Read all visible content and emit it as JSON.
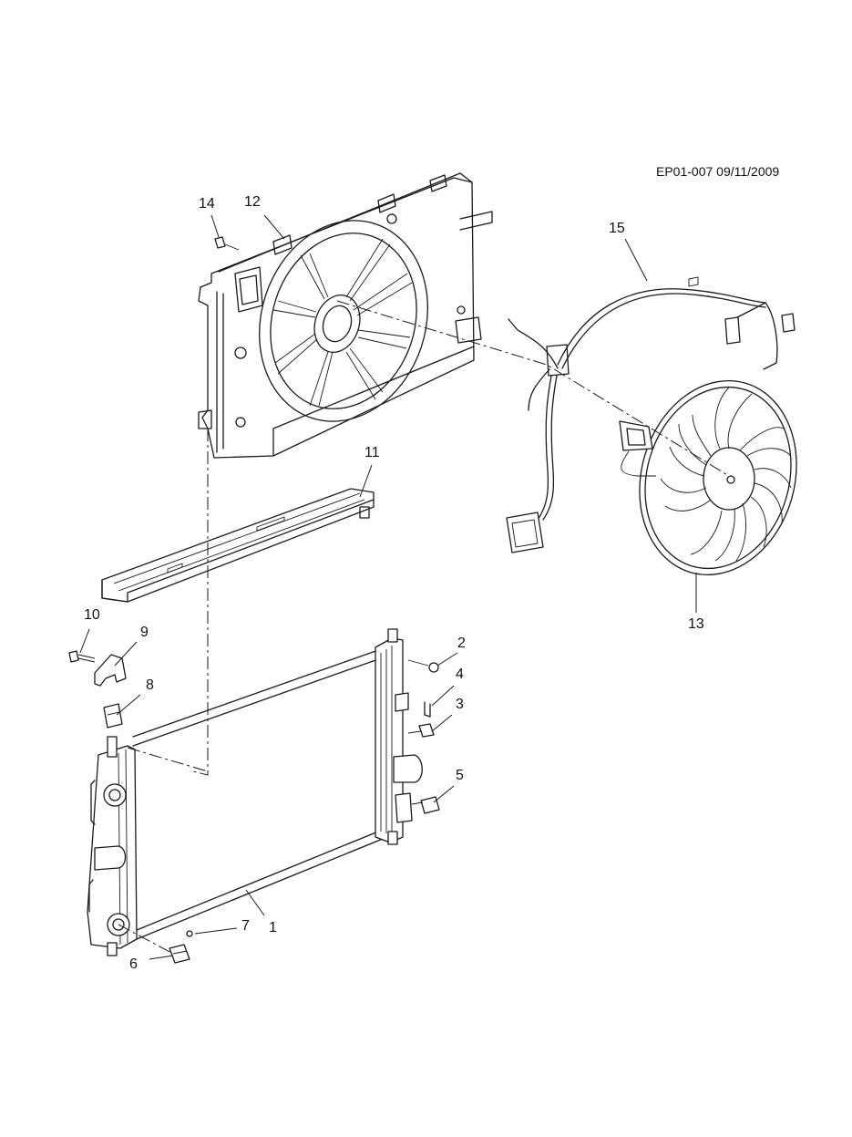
{
  "diagram": {
    "reference_code": "EP01-007 09/11/2009",
    "callouts": [
      {
        "id": "1",
        "label": "1"
      },
      {
        "id": "2",
        "label": "2"
      },
      {
        "id": "3",
        "label": "3"
      },
      {
        "id": "4",
        "label": "4"
      },
      {
        "id": "5",
        "label": "5"
      },
      {
        "id": "6",
        "label": "6"
      },
      {
        "id": "7",
        "label": "7"
      },
      {
        "id": "8",
        "label": "8"
      },
      {
        "id": "9",
        "label": "9"
      },
      {
        "id": "10",
        "label": "10"
      },
      {
        "id": "11",
        "label": "11"
      },
      {
        "id": "12",
        "label": "12"
      },
      {
        "id": "13",
        "label": "13"
      },
      {
        "id": "14",
        "label": "14"
      },
      {
        "id": "15",
        "label": "15"
      }
    ]
  }
}
